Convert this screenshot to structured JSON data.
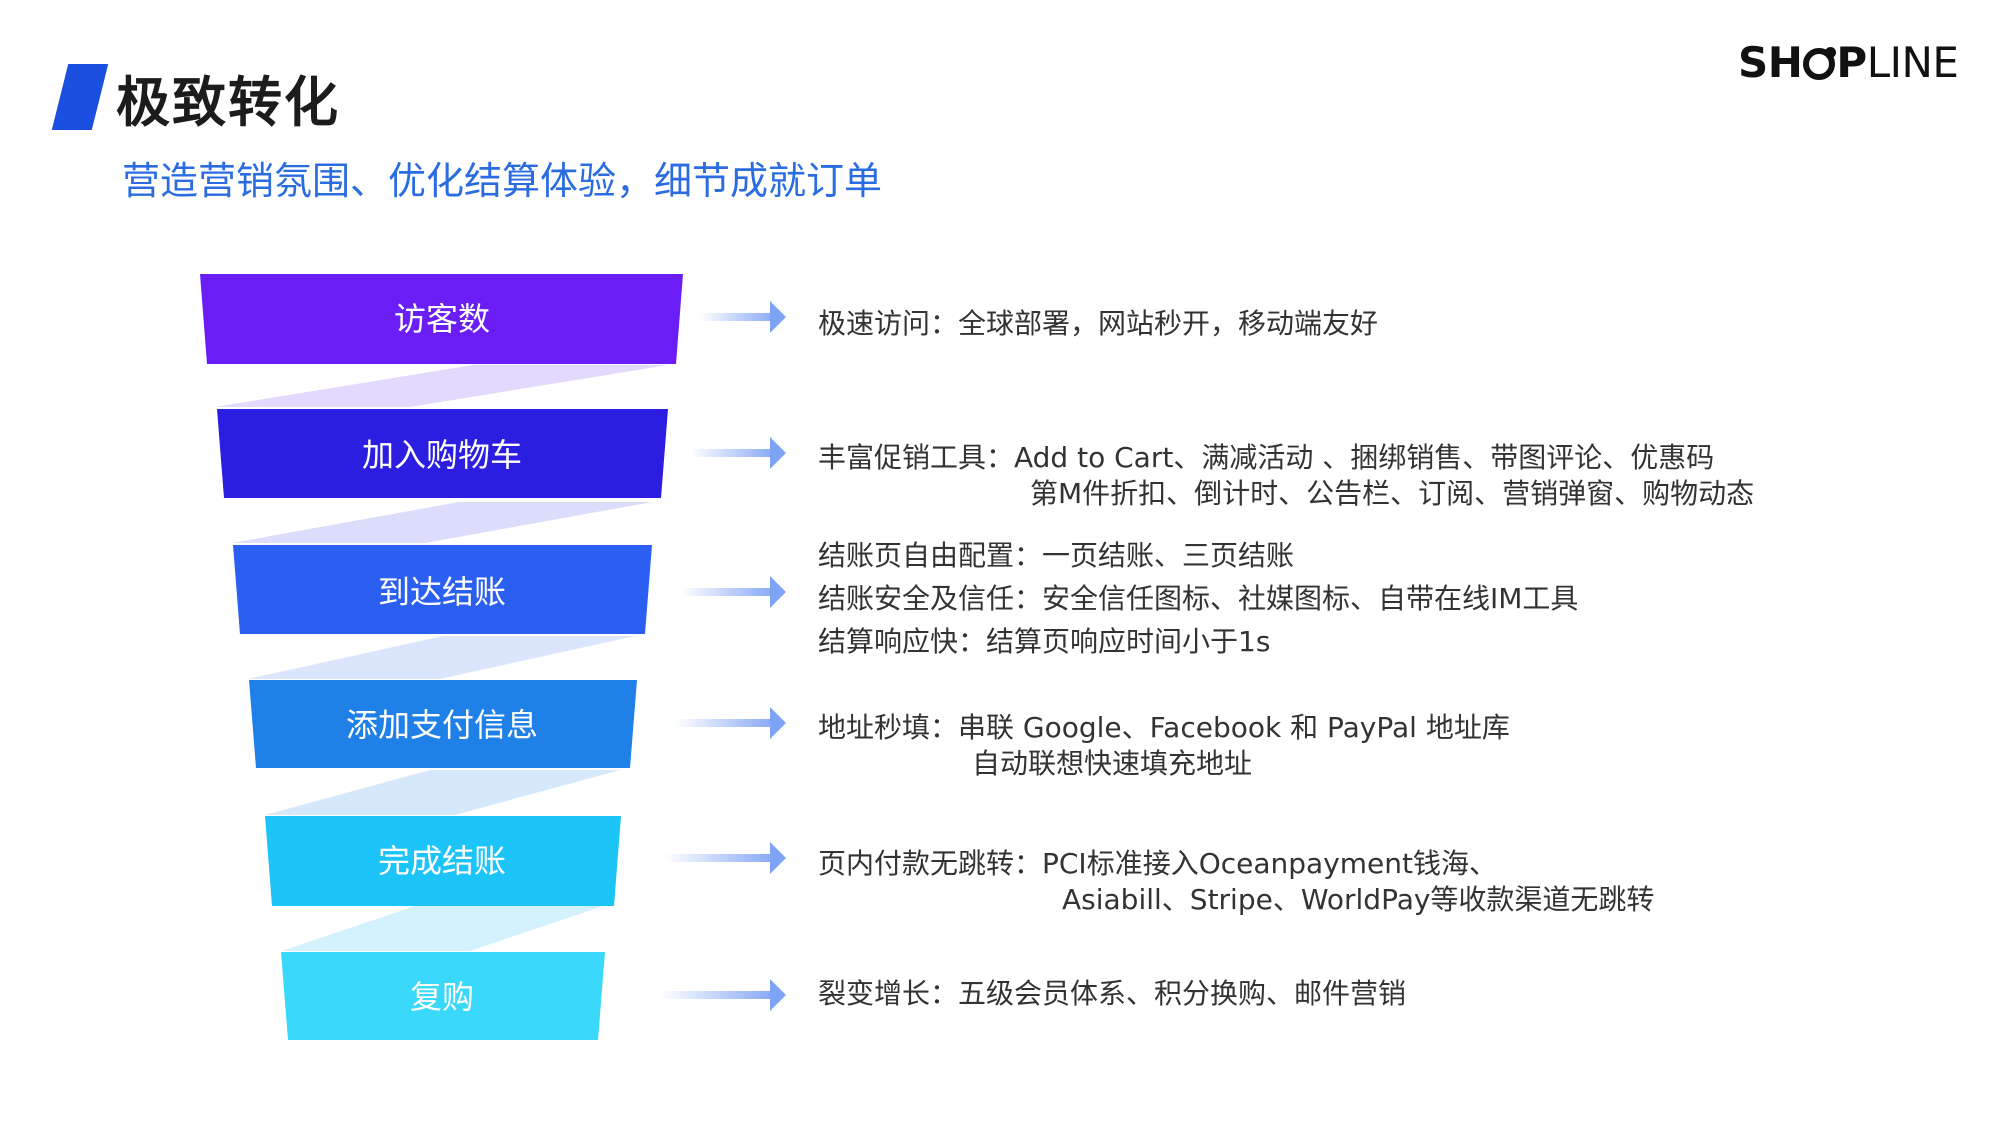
{
  "header": {
    "title": "极致转化",
    "subtitle": "营造营销氛围、优化结算体验，细节成就订单"
  },
  "logo": {
    "part1": "SH",
    "part2": "P",
    "part3": "LINE"
  },
  "stages": [
    {
      "label": "访客数",
      "color": "#6a1ef5"
    },
    {
      "label": "加入购物车",
      "color": "#2b1ee0"
    },
    {
      "label": "到达结账",
      "color": "#2a5ff2"
    },
    {
      "label": "添加支付信息",
      "color": "#1f80e8"
    },
    {
      "label": "完成结账",
      "color": "#1dc4f7"
    },
    {
      "label": "复购",
      "color": "#3ad8fb"
    }
  ],
  "descriptions": {
    "d1": "极速访问：全球部署，网站秒开，移动端友好",
    "d2a": "丰富促销工具：Add to Cart、满减活动 、捆绑销售、带图评论、优惠码",
    "d2b": "第M件折扣、倒计时、公告栏、订阅、营销弹窗、购物动态",
    "d3a": "结账页自由配置：一页结账、三页结账",
    "d3b": "结账安全及信任：安全信任图标、社媒图标、自带在线IM工具",
    "d3c": "结算响应快：结算页响应时间小于1s",
    "d4a": "地址秒填：串联 Google、Facebook 和 PayPal 地址库",
    "d4b": "自动联想快速填充地址",
    "d5a": "页内付款无跳转：PCI标准接入Oceanpayment钱海、",
    "d5b": "Asiabill、Stripe、WorldPay等收款渠道无跳转",
    "d6": "裂变增长：五级会员体系、积分换购、邮件营销"
  }
}
